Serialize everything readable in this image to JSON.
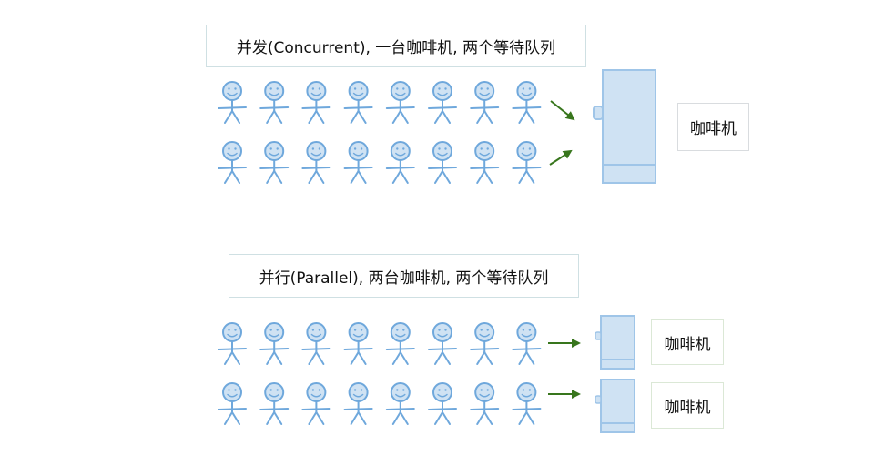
{
  "concurrent": {
    "title": "并发(Concurrent), 一台咖啡机, 两个等待队列",
    "machine_label": "咖啡机"
  },
  "parallel": {
    "title": "并行(Parallel), 两台咖啡机, 两个等待队列",
    "machine_labels": [
      "咖啡机",
      "咖啡机"
    ]
  },
  "people_per_queue": 8,
  "colors": {
    "person_stroke": "#6fa8dc",
    "person_fill": "#cfe2f3",
    "machine_fill": "#cfe2f3",
    "machine_stroke": "#9fc5e8",
    "arrow": "#38761d",
    "title_border": "#cfe0e3"
  }
}
